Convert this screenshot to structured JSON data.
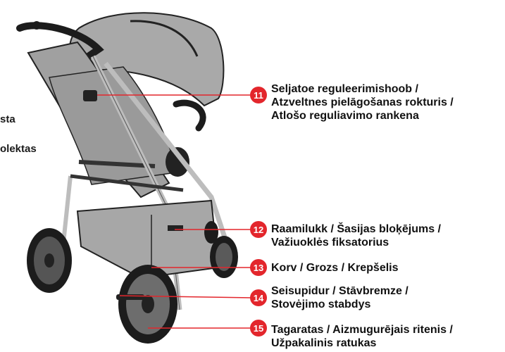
{
  "edge_labels": [
    "sta",
    "olektas"
  ],
  "callouts": [
    {
      "number": "11",
      "lines": [
        "Seljatoe reguleerimishoob /",
        "Atzveltnes pielāgošanas rokturis /",
        "Atlošo reguliavimo rankena"
      ]
    },
    {
      "number": "12",
      "lines": [
        "Raamilukk / Šasijas bloķējums /",
        "Važiuoklės fiksatorius"
      ]
    },
    {
      "number": "13",
      "lines": [
        "Korv / Grozs / Krepšelis"
      ]
    },
    {
      "number": "14",
      "lines": [
        "Seisupidur / Stāvbremze /",
        "Stovėjimo stabdys"
      ]
    },
    {
      "number": "15",
      "lines": [
        "Tagaratas / Aizmugurējais ritenis /",
        "Užpakalinis ratukas"
      ]
    }
  ],
  "colors": {
    "accent": "#e3262c",
    "frame": "#c8c8c8",
    "fabric": "#a7a7a7",
    "dark": "#1c1c1c"
  }
}
